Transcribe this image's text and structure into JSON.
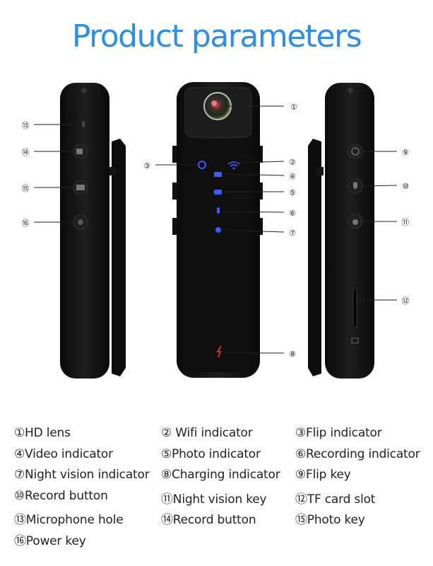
{
  "title": "Product parameters",
  "callout_numbers": [
    "①",
    "②",
    "③",
    "④",
    "⑤",
    "⑥",
    "⑦",
    "⑧",
    "⑨",
    "⑩",
    "⑪",
    "⑫",
    "⑬",
    "⑭",
    "⑮",
    "⑯"
  ],
  "legend": [
    "①HD lens",
    "② Wifi indicator",
    "③Flip indicator",
    "④Video indicator",
    "⑤Photo indicator",
    "⑥Recording indicator",
    "⑦Night vision indicator",
    "⑧Charging indicator",
    "⑨Flip key",
    "⑩Record button",
    "⑪Night vision key",
    "⑫TF card slot",
    "⑬Microphone hole",
    "⑭Record button",
    "⑮Photo key",
    "⑯Power key"
  ],
  "colors": {
    "title": "#2c8ee6",
    "device_body": "#111111",
    "indicator_blue": "#3b5bff",
    "charging_red": "#d23a2a"
  }
}
